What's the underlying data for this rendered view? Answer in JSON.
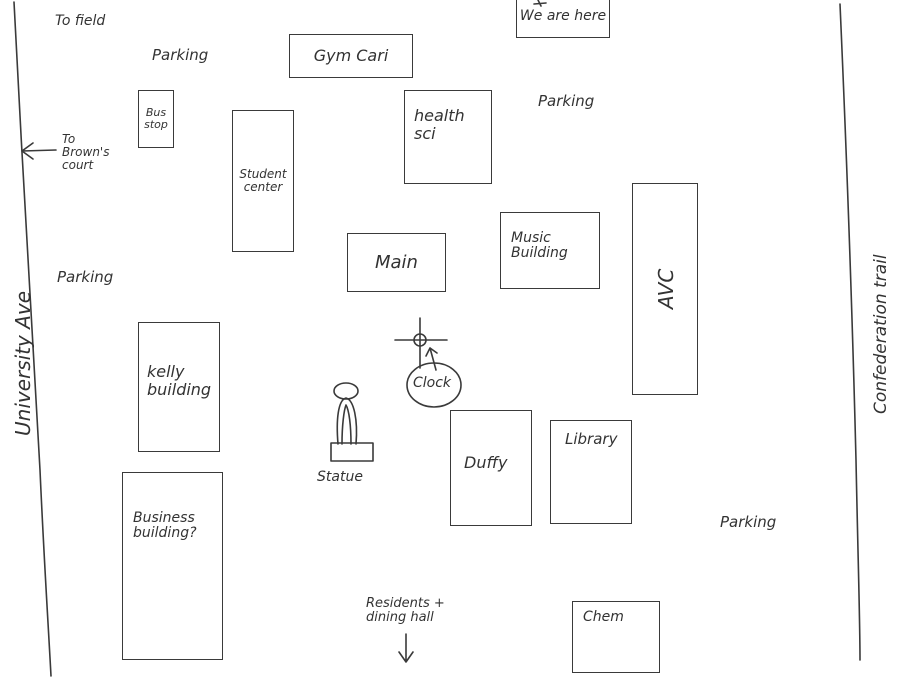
{
  "colors": {
    "ink": "#333333",
    "paper": "#ffffff"
  },
  "streets": {
    "left": "University Ave",
    "right": "Confederation trail"
  },
  "directions": {
    "to_field": "To field",
    "to_browns_court": "To Brown's court",
    "residents": "Residents + dining hall"
  },
  "you_are_here": "We are here",
  "parking": [
    "Parking",
    "Parking",
    "Parking",
    "Parking"
  ],
  "buildings": {
    "gym": "Gym Cari",
    "bus_stop": "Bus stop",
    "health_sci": "health sci",
    "student_center": "Student center",
    "main": "Main",
    "music": "Music Building",
    "avc": "AVC",
    "kelly": "kelly building",
    "business": "Business building?",
    "duffy": "Duffy",
    "library": "Library",
    "chem": "Chem"
  },
  "landmarks": {
    "clock": "Clock",
    "statue": "Statue"
  },
  "icons": [
    "star-icon",
    "arrow-left-icon",
    "arrow-down-icon",
    "arrow-up-icon",
    "clock-tower-icon",
    "statue-icon"
  ]
}
